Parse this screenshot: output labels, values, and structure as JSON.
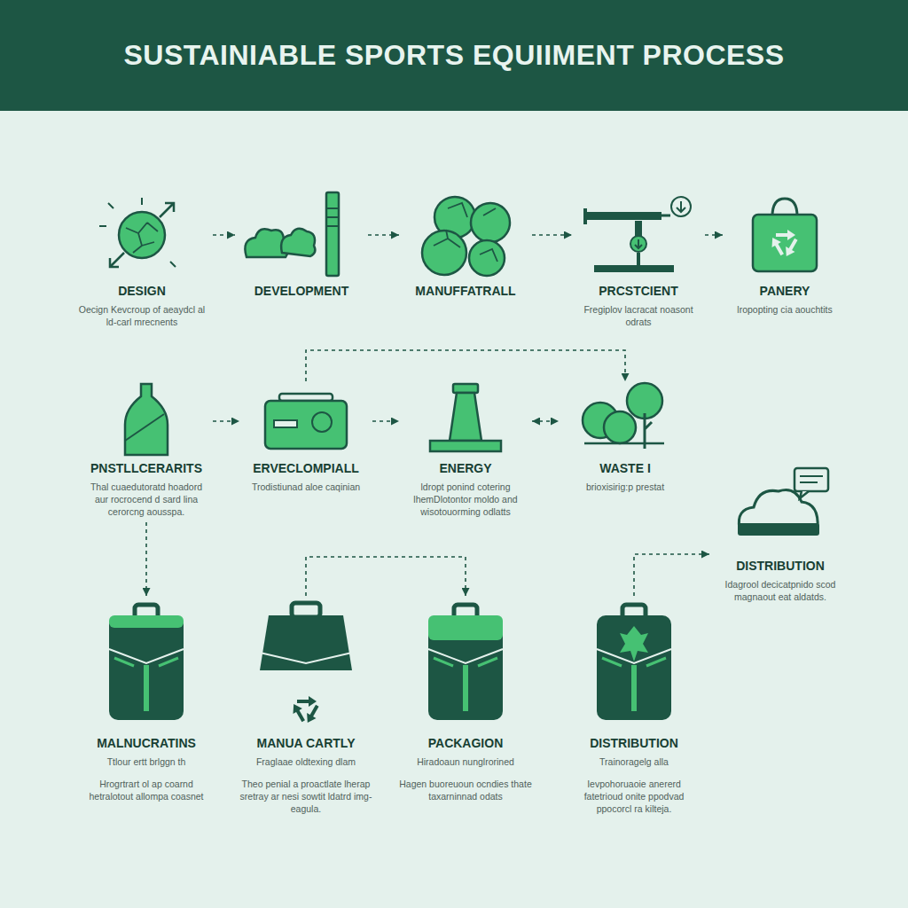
{
  "diagram": {
    "title": "SUSTAINIABLE SPORTS EQUIIMENT PROCESS",
    "nodes": [
      {
        "text": [
          "DESIGN",
          "Oecign Kevcroup of aeaydcl al ld-carl mrecnents"
        ]
      },
      {
        "text": [
          "DEVELOPMENT"
        ]
      },
      {
        "text": [
          "MANUFFATRALL"
        ]
      },
      {
        "text": [
          "PRCSTCIENT",
          "Fregiplov lacracat noasont odrats"
        ]
      },
      {
        "text": [
          "PANERY",
          "lropopting cia aouchtits"
        ]
      },
      {
        "text": [
          "PNSTLLCERARITS",
          "Thal cuaedutoratd hoadord aur rocrocend d sard lina cerorcng aousspa."
        ]
      },
      {
        "text": [
          "ERVECLOMPIALL",
          "Trodistiunad aloe caqinian"
        ]
      },
      {
        "text": [
          "ENERGY",
          "ldropt ponind cotering lhemDlotontor moldo and wisotouorming odlatts"
        ]
      },
      {
        "text": [
          "WASTE I",
          "brioxisirig:p prestat"
        ]
      },
      {
        "text": [
          "DISTRIBUTION",
          "Idagrool decicatpnido scod magnaout eat aldatds."
        ]
      },
      {
        "text": [
          "MALNUCRATINS",
          "Ttlour ertt brlggn th",
          "Hrogrtrart ol ap coarnd hetralotout allompa coasnet"
        ]
      },
      {
        "text": [
          "MANUA CARTLY",
          "Fraglaae oldtexing dlam",
          "Theo penial a proactlate lherap sretray ar nesi sowtit ldatrd img-eagula."
        ]
      },
      {
        "text": [
          "PACKAGION",
          "Hiradoaun nunglrorined",
          "Hagen buoreuoun ocndies thate taxarninnad odats"
        ]
      },
      {
        "text": [
          "DISTRIBUTION",
          "Trainoragelg alla",
          "Ievpohoruaoie anererd fatetrioud onite ppodvad ppocorcl ra kilteja."
        ]
      }
    ],
    "edges": [
      {
        "from": 0,
        "to": 1,
        "arrow": "to"
      },
      {
        "from": 1,
        "to": 2,
        "arrow": "to"
      },
      {
        "from": 2,
        "to": 3,
        "arrow": "to"
      },
      {
        "from": 3,
        "to": 4,
        "arrow": "to"
      },
      {
        "from": 6,
        "to": 8,
        "arrow": "to"
      },
      {
        "from": 5,
        "to": 6,
        "arrow": "to"
      },
      {
        "from": 6,
        "to": 7,
        "arrow": "to"
      },
      {
        "from": 7,
        "to": 8,
        "arrow": "both"
      },
      {
        "from": 5,
        "to": 10,
        "arrow": "to"
      },
      {
        "from": 11,
        "to": 12,
        "arrow": "to"
      },
      {
        "from": 13,
        "to": 9,
        "arrow": "to"
      }
    ]
  }
}
